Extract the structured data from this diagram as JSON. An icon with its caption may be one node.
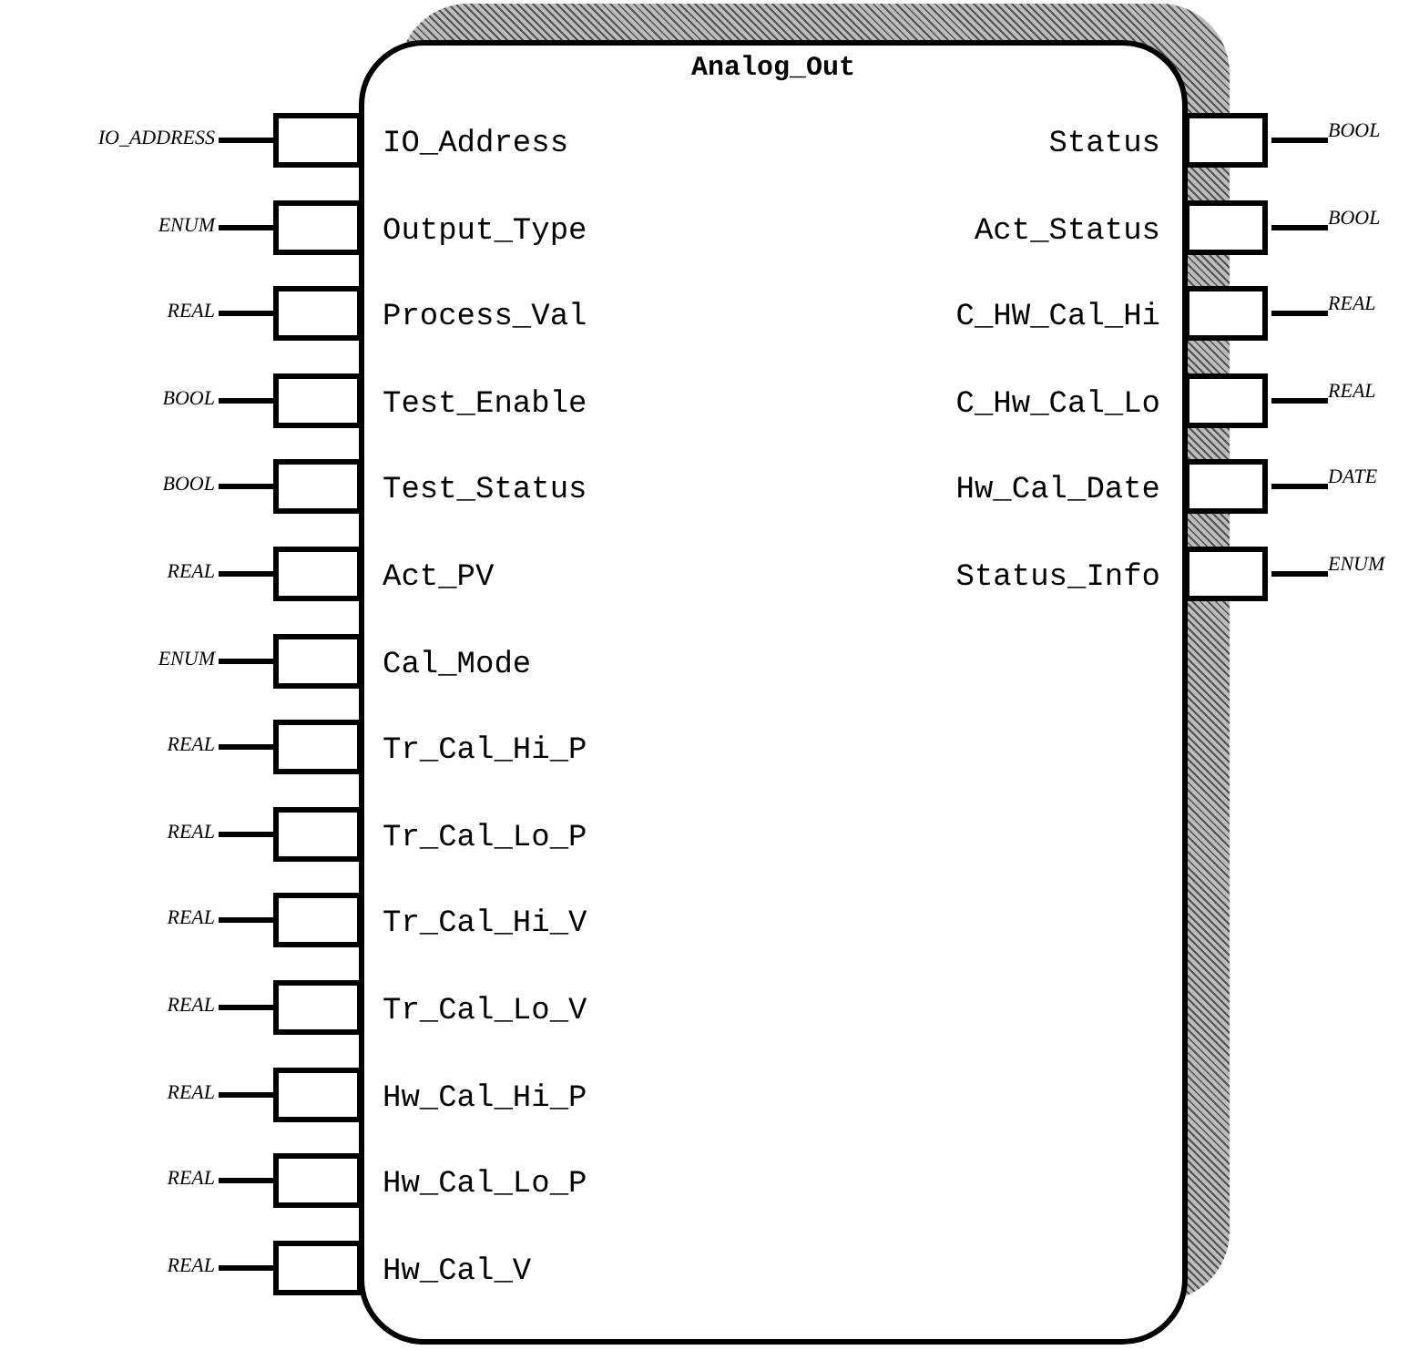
{
  "diagram": {
    "nodes": [
      {
        "text": [
          "Analog_Out"
        ]
      },
      {
        "text": [
          "IO_ADDRESS"
        ]
      },
      {
        "text": [
          "ENUM"
        ]
      },
      {
        "text": [
          "REAL"
        ]
      },
      {
        "text": [
          "BOOL"
        ]
      },
      {
        "text": [
          "BOOL"
        ]
      },
      {
        "text": [
          "REAL"
        ]
      },
      {
        "text": [
          "ENUM"
        ]
      },
      {
        "text": [
          "REAL"
        ]
      },
      {
        "text": [
          "REAL"
        ]
      },
      {
        "text": [
          "REAL"
        ]
      },
      {
        "text": [
          "REAL"
        ]
      },
      {
        "text": [
          "REAL"
        ]
      },
      {
        "text": [
          "REAL"
        ]
      },
      {
        "text": [
          "REAL"
        ]
      },
      {
        "text": [],
        "shape": "box"
      },
      {
        "text": [],
        "shape": "box"
      },
      {
        "text": [],
        "shape": "box"
      },
      {
        "text": [],
        "shape": "box"
      },
      {
        "text": [],
        "shape": "box"
      },
      {
        "text": [],
        "shape": "box"
      },
      {
        "text": [],
        "shape": "box"
      },
      {
        "text": [],
        "shape": "box"
      },
      {
        "text": [],
        "shape": "box"
      },
      {
        "text": [],
        "shape": "box"
      },
      {
        "text": [],
        "shape": "box"
      },
      {
        "text": [],
        "shape": "box"
      },
      {
        "text": [],
        "shape": "box"
      },
      {
        "text": [],
        "shape": "box"
      },
      {
        "text": [],
        "shape": "box"
      },
      {
        "text": [],
        "shape": "box"
      },
      {
        "text": [],
        "shape": "box"
      },
      {
        "text": [],
        "shape": "box"
      },
      {
        "text": [],
        "shape": "box"
      },
      {
        "text": [],
        "shape": "box"
      },
      {
        "text": [
          "BOOL"
        ]
      },
      {
        "text": [
          "BOOL"
        ]
      },
      {
        "text": [
          "REAL"
        ]
      },
      {
        "text": [
          "REAL"
        ]
      },
      {
        "text": [
          "DATE"
        ]
      },
      {
        "text": [
          "ENUM"
        ]
      }
    ],
    "edges": [
      {
        "from": 1,
        "to": 15,
        "arrow": "none"
      },
      {
        "from": 2,
        "to": 16,
        "arrow": "none"
      },
      {
        "from": 3,
        "to": 17,
        "arrow": "none"
      },
      {
        "from": 4,
        "to": 18,
        "arrow": "none"
      },
      {
        "from": 5,
        "to": 19,
        "arrow": "none"
      },
      {
        "from": 6,
        "to": 20,
        "arrow": "none"
      },
      {
        "from": 7,
        "to": 21,
        "arrow": "none"
      },
      {
        "from": 8,
        "to": 22,
        "arrow": "none"
      },
      {
        "from": 9,
        "to": 23,
        "arrow": "none"
      },
      {
        "from": 10,
        "to": 24,
        "arrow": "none"
      },
      {
        "from": 11,
        "to": 25,
        "arrow": "none"
      },
      {
        "from": 12,
        "to": 26,
        "arrow": "none"
      },
      {
        "from": 13,
        "to": 27,
        "arrow": "none"
      },
      {
        "from": 14,
        "to": 28,
        "arrow": "none"
      },
      {
        "from": 29,
        "to": 35,
        "arrow": "none"
      },
      {
        "from": 30,
        "to": 36,
        "arrow": "none"
      },
      {
        "from": 31,
        "to": 37,
        "arrow": "none"
      },
      {
        "from": 32,
        "to": 38,
        "arrow": "none"
      },
      {
        "from": 33,
        "to": 39,
        "arrow": "none"
      },
      {
        "from": 34,
        "to": 40,
        "arrow": "none"
      }
    ],
    "labels": [
      "IO_Address",
      "Status",
      "Output_Type",
      "Act_Status",
      "Process_Val",
      "C_HW_Cal_Hi",
      "Test_Enable",
      "C_Hw_Cal_Lo",
      "Test_Status",
      "Hw_Cal_Date",
      "Act_PV",
      "Status_Info",
      "Cal_Mode",
      "Tr_Cal_Hi_P",
      "Tr_Cal_Lo_P",
      "Tr_Cal_Hi_V",
      "Tr_Cal_Lo_V",
      "Hw_Cal_Hi_P",
      "Hw_Cal_Lo_P",
      "Hw_Cal_V"
    ]
  }
}
